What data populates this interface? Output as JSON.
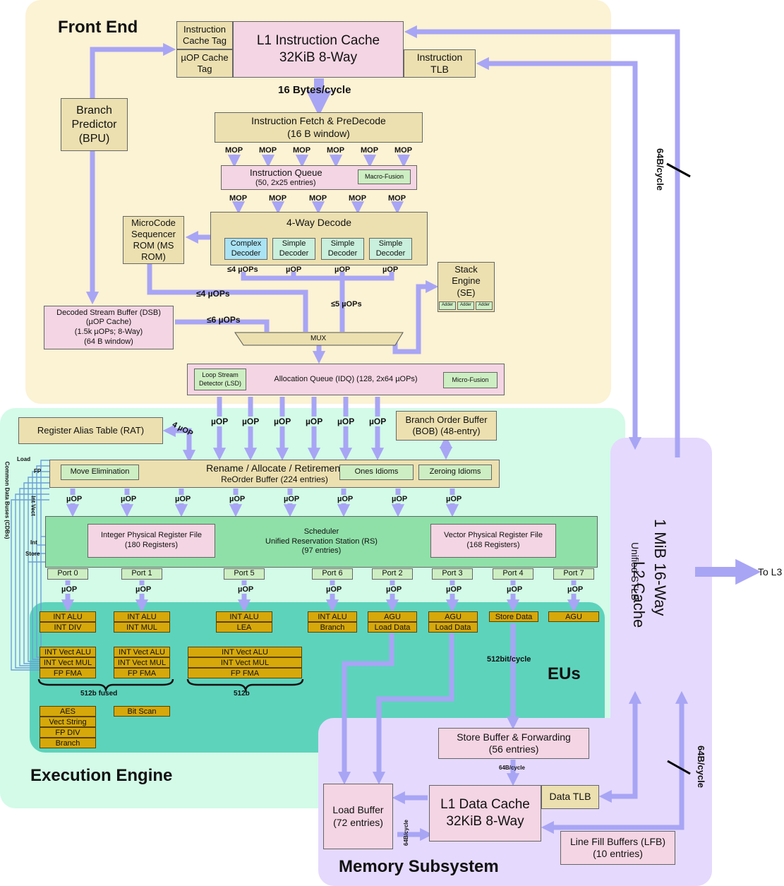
{
  "regions": {
    "front_end": "Front End",
    "execution_engine": "Execution Engine",
    "eus": "EUs",
    "memory_subsystem": "Memory Subsystem"
  },
  "front_end": {
    "l1i_title": "L1 Instruction Cache",
    "l1i_size": "32KiB 8-Way",
    "icache_tag": "Instruction Cache Tag",
    "uop_cache_tag": "µOP Cache Tag",
    "itlb": "Instruction TLB",
    "fetch_rate": "16 Bytes/cycle",
    "bpu": "Branch Predictor (BPU)",
    "fetch_title": "Instruction Fetch & PreDecode",
    "fetch_sub": "(16 B window)",
    "mop": "MOP",
    "iq_title": "Instruction Queue",
    "iq_sub": "(50, 2x25 entries)",
    "macro_fusion": "Macro-Fusion",
    "decode_title": "4-Way Decode",
    "complex_decoder": "Complex Decoder",
    "simple_decoder": "Simple Decoder",
    "msrom": "MicroCode Sequencer ROM (MS ROM)",
    "le4_uops_a": "≤4 µOPs",
    "uop": "µOP",
    "le4_uops_b": "≤4 µOPs",
    "le5_uops": "≤5 µOPs",
    "le6_uops": "≤6 µOPs",
    "stack_engine": "Stack Engine (SE)",
    "adder": "Adder",
    "dsb_title": "Decoded Stream Buffer (DSB)",
    "dsb_l1": "(µOP Cache)",
    "dsb_l2": "(1.5k µOPs; 8-Way)",
    "dsb_l3": "(64 B window)",
    "mux": "MUX",
    "lsd": "Loop Stream Detector (LSD)",
    "idq": "Allocation Queue (IDQ) (128, 2x64 µOPs)",
    "micro_fusion": "Micro-Fusion"
  },
  "exec": {
    "rat": "Register Alias Table (RAT)",
    "four_uop": "4 µOP",
    "bob_l1": "Branch Order Buffer",
    "bob_l2": "(BOB) (48-entry)",
    "uop_label": "µOP",
    "rename_l1": "Rename / Allocate / Retirement",
    "rename_l2": "ReOrder Buffer (224 entries)",
    "move_elim": "Move Elimination",
    "ones_idioms": "Ones Idioms",
    "zeroing_idioms": "Zeroing Idioms",
    "sched_l1": "Scheduler",
    "sched_l2": "Unified Reservation Station (RS)",
    "sched_l3": "(97 entries)",
    "int_prf_l1": "Integer Physical Register File",
    "int_prf_l2": "(180 Registers)",
    "vec_prf_l1": "Vector Physical Register File",
    "vec_prf_l2": "(168 Registers)",
    "ports": [
      "Port 0",
      "Port 1",
      "Port 5",
      "Port 6",
      "Port 2",
      "Port 3",
      "Port 4",
      "Port 7"
    ],
    "cdb_title": "Common Data Buses (CDBs)",
    "cdb_load": "Load",
    "cdb_fp": "FP",
    "cdb_intvect": "Int Vect",
    "cdb_int": "Int",
    "cdb_store": "Store",
    "eu_port0": [
      "INT ALU",
      "INT DIV"
    ],
    "eu_port1": [
      "INT ALU",
      "INT MUL"
    ],
    "eu_port5": [
      "INT ALU",
      "LEA"
    ],
    "eu_port6": [
      "INT ALU",
      "Branch"
    ],
    "eu_port2": [
      "AGU",
      "Load Data"
    ],
    "eu_port3": [
      "AGU",
      "Load Data"
    ],
    "eu_port4": [
      "Store Data"
    ],
    "eu_port7": [
      "AGU"
    ],
    "vec_port0": [
      "INT Vect ALU",
      "INT Vect MUL",
      "FP FMA"
    ],
    "vec_port1": [
      "INT Vect ALU",
      "INT Vect MUL",
      "FP FMA"
    ],
    "vec_port5": [
      "INT Vect ALU",
      "INT Vect MUL",
      "FP FMA"
    ],
    "fused_512b": "512b fused",
    "port5_512b": "512b",
    "misc_port0": [
      "AES",
      "Vect String",
      "FP DIV",
      "Branch"
    ],
    "misc_port1": [
      "Bit Scan"
    ],
    "bw_512": "512bit/cycle"
  },
  "memory": {
    "store_buffer_l1": "Store Buffer & Forwarding",
    "store_buffer_l2": "(56 entries)",
    "bw_64_small": "64B/cycle",
    "load_buffer_l1": "Load Buffer",
    "load_buffer_l2": "(72 entries)",
    "l1d_l1": "L1 Data Cache",
    "l1d_l2": "32KiB 8-Way",
    "dtlb": "Data TLB",
    "lfb_l1": "Line Fill Buffers (LFB)",
    "lfb_l2": "(10 entries)",
    "bw_64_lb": "64B/cycle"
  },
  "l2": {
    "title": "L2 Cache",
    "size": "1 MiB 16-Way",
    "stlb": "Unified STLB",
    "to_l3": "To L3",
    "bw_top": "64B/cycle",
    "bw_bottom": "64B/cycle"
  },
  "colors": {
    "front_end_bg": "#fcf2d4",
    "exec_bg": "#d3fbe8",
    "eu_bg": "#5dd3bc",
    "mem_bg": "#e5d9fd",
    "arrow": "#a8a5f5",
    "eu_box": "#d6a80a",
    "cdb_line": "#6b9fd9"
  }
}
